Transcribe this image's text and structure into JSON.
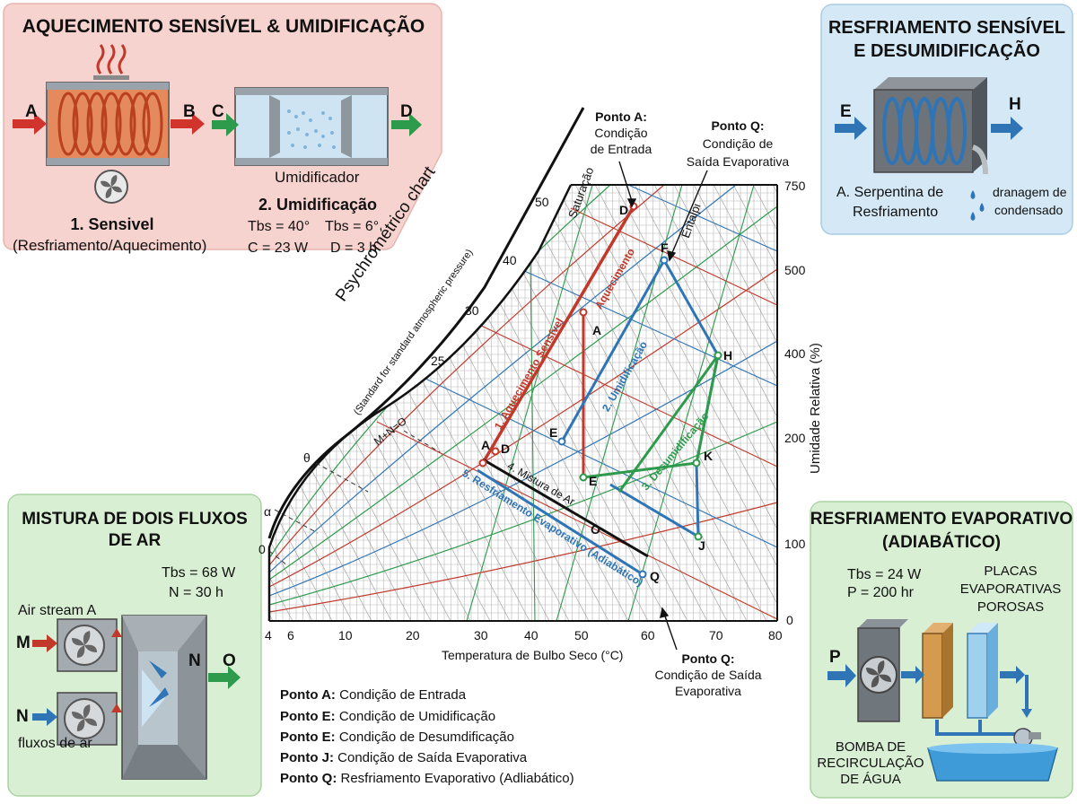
{
  "panels": {
    "heating": {
      "title": "AQUECIMENTO SENSÍVEL & UMIDIFICAÇÃO",
      "label_a": "A",
      "label_b": "B",
      "label_c": "C",
      "label_d": "D",
      "humidifier": "Umidificador",
      "step1_title": "1. Sensivel",
      "step1_sub": "(Resfriamento/Aquecimento)",
      "step2_title": "2. Umidificação",
      "params": [
        "Tbs = 40°",
        "Tbs = 6°",
        "C = 23 W",
        "D = 3 h"
      ]
    },
    "cooling": {
      "title_line1": "RESFRIAMENTO SENSÍVEL",
      "title_line2": "E DESUMIDIFICAÇÃO",
      "label_e": "E",
      "label_h": "H",
      "coil_line1": "A. Serpentina de",
      "coil_line2": "Resfriamento",
      "drain_line1": "dranagem de",
      "drain_line2": "condensado"
    },
    "mixing": {
      "title_line1": "MISTURA DE DOIS FLUXOS",
      "title_line2": "DE AR",
      "tbs": "Tbs = 68 W",
      "n": "N = 30 h",
      "air_stream": "Air stream A",
      "label_m": "M",
      "label_n_in": "N",
      "label_n_mix": "N",
      "label_o": "O",
      "flows": "fluxos de ar"
    },
    "evaporative": {
      "title_line1": "RESFRIAMENTO EVAPORATIVO",
      "title_line2": "(ADIABÁTICO)",
      "tbs": "Tbs = 24 W",
      "p": "P = 200 hr",
      "plates": [
        "PLACAS",
        "EVAPORATIVAS",
        "POROSAS"
      ],
      "label_p": "P",
      "pump": [
        "BOMBA DE",
        "RECIRCULAÇÃO",
        "DE ÁGUA"
      ]
    }
  },
  "chart": {
    "title": "Psychrométrico chart",
    "subtitle": "(Standard for standard atmospheric pressure)",
    "xlabel": "Temperatura de Bulbo Seco (°C)",
    "ylabel": "Umidade Relativa (%)",
    "saturation": "Saturação",
    "enthalpy": "Entalpi",
    "x_ticks": [
      "4",
      "6",
      "10",
      "20",
      "30",
      "40",
      "50",
      "60",
      "70",
      "80"
    ],
    "y_ticks": [
      "0",
      "100",
      "200",
      "400",
      "500",
      "750"
    ],
    "sat_ticks": [
      "50",
      "40",
      "30",
      "25"
    ],
    "left_labels": [
      "θ",
      "α",
      "0"
    ],
    "mix_label": "M+N=O",
    "processes": {
      "heating": "1. Aquecimento Sensível",
      "heating2": "Aquecimento",
      "humid": "2. Umidificação",
      "dehumid": "3. Desumidificação",
      "mixing": "4. Mistura de Ar",
      "evap": "5. Resfriamento Evaporativo (Adiabático)"
    },
    "points": [
      "A",
      "D",
      "D",
      "A",
      "E",
      "E",
      "F",
      "H",
      "K",
      "J",
      "O",
      "Q"
    ],
    "callout_a": [
      "Ponto A:",
      "Condição",
      "de Entrada"
    ],
    "callout_q_top": [
      "Ponto Q:",
      "Condição de",
      "Saída Evaporativa"
    ],
    "callout_q_bottom": [
      "Ponto Q:",
      "Condição de Saída",
      "Evaporativa"
    ]
  },
  "legend": [
    {
      "key": "Ponto A:",
      "text": " Condição de Entrada"
    },
    {
      "key": "Ponto E:",
      "text": " Condição de Umidificação"
    },
    {
      "key": "Ponto E:",
      "text": " Condição de Desumdificação"
    },
    {
      "key": "Ponto J:",
      "text": " Condição de Saída Evaporativa"
    },
    {
      "key": "Ponto Q:",
      "text": " Resfriamento Evaporativo (Adliabático)"
    }
  ],
  "colors": {
    "pink_panel": "#f7d3cf",
    "blue_panel": "#d4e8f5",
    "green_panel": "#d8efd3",
    "red": "#c0392b",
    "blue": "#2f75b5",
    "green": "#2e9a4c",
    "darkred": "#a8322a"
  }
}
